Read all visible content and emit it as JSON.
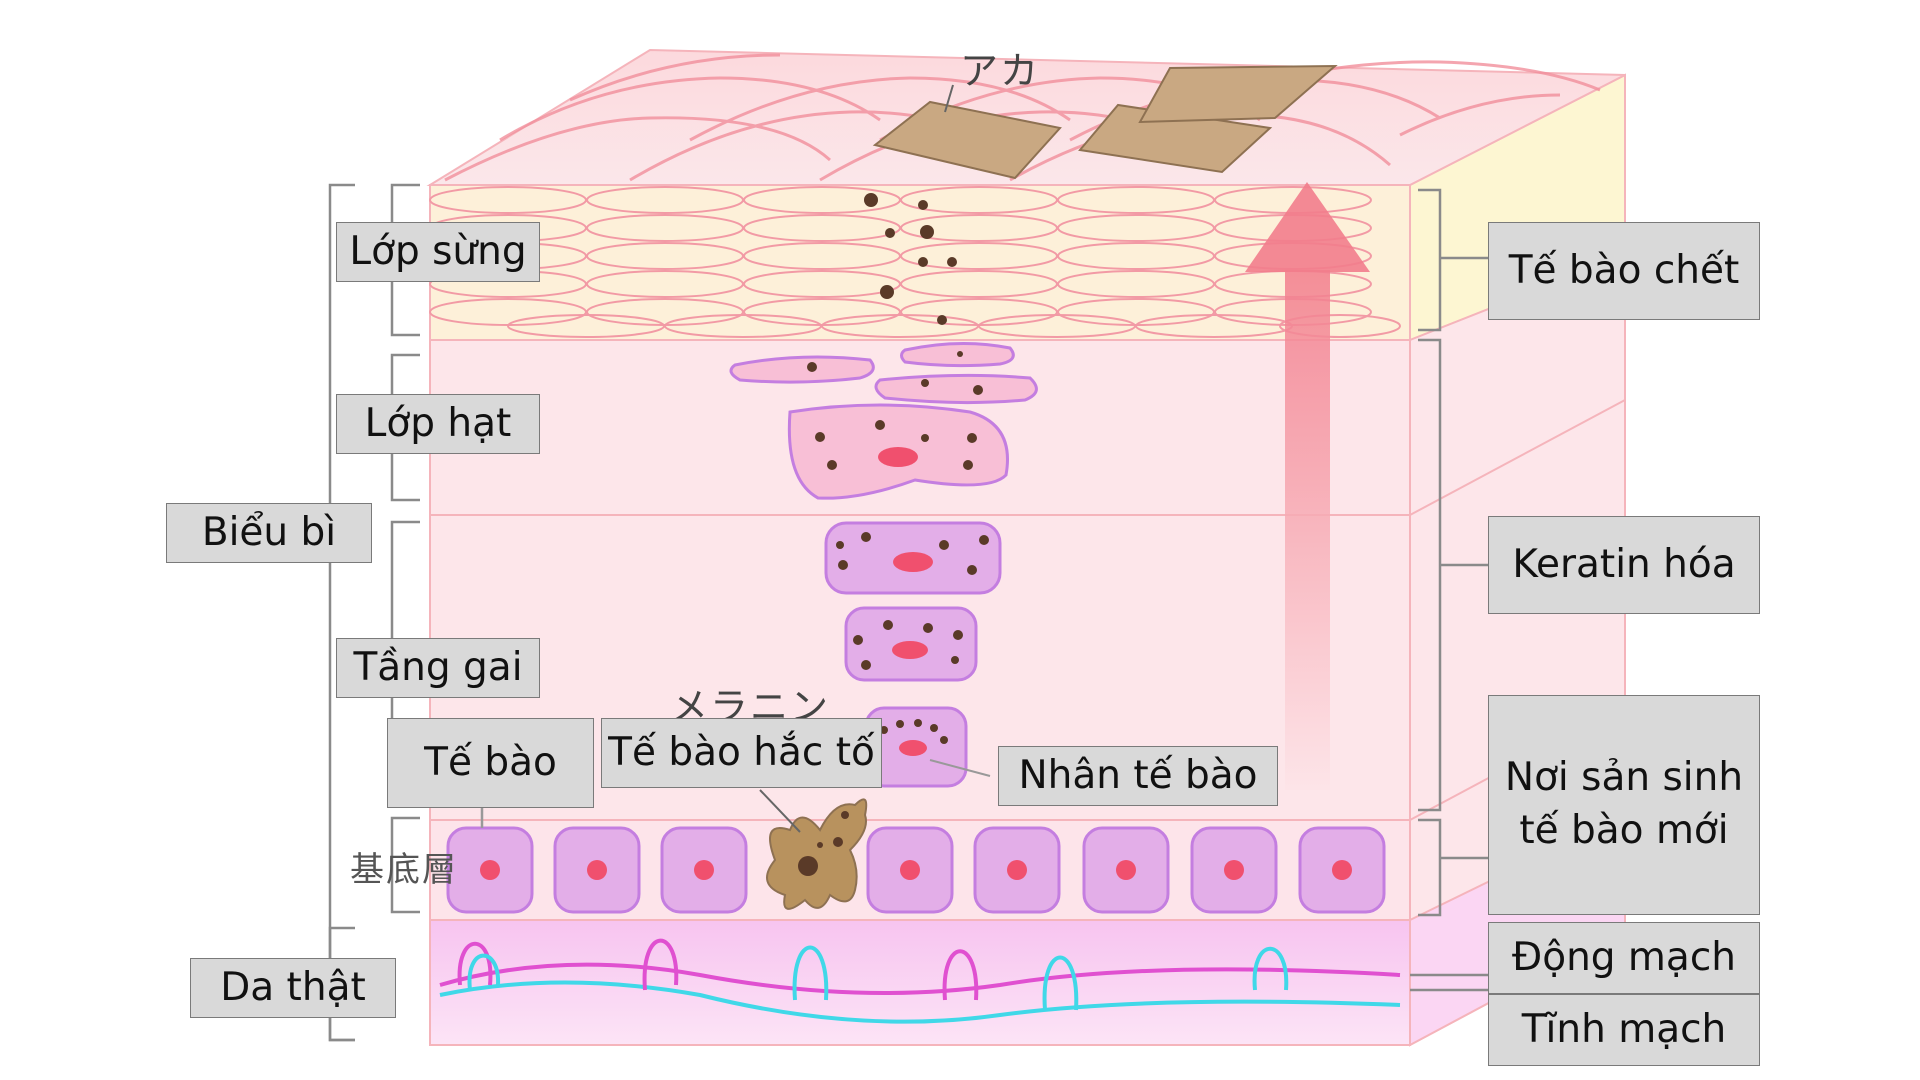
{
  "japanese_labels": {
    "aka": "アカ",
    "melanin": "メラニン",
    "basal_layer": "基底層"
  },
  "left_labels": {
    "stratum_corneum": "Lớp sừng",
    "granular_layer": "Lớp hạt",
    "epidermis": "Biểu bì",
    "spinous_layer": "Tầng gai",
    "cell": "Tế bào",
    "melanocyte": "Tế bào hắc tố",
    "nucleus": "Nhân tế bào",
    "dermis": "Da thật"
  },
  "right_labels": {
    "dead_cells": "Tế bào chết",
    "keratinization": "Keratin hóa",
    "new_cell_birth": "Nơi sản sinh\ntế bào mới",
    "artery": "Động mạch",
    "vein": "Tĩnh mạch"
  },
  "colors": {
    "surface": "#f9c9cf",
    "corneum": "#fde9c9",
    "epidermis": "#fde4e8",
    "cell_fill": "#dcaaf0",
    "nucleus": "#f0506e",
    "melanocyte": "#b8925e",
    "artery": "#e050d0",
    "vein": "#40d8e8",
    "arrow": "#f58a96",
    "label_bg": "#d9d9d9"
  }
}
